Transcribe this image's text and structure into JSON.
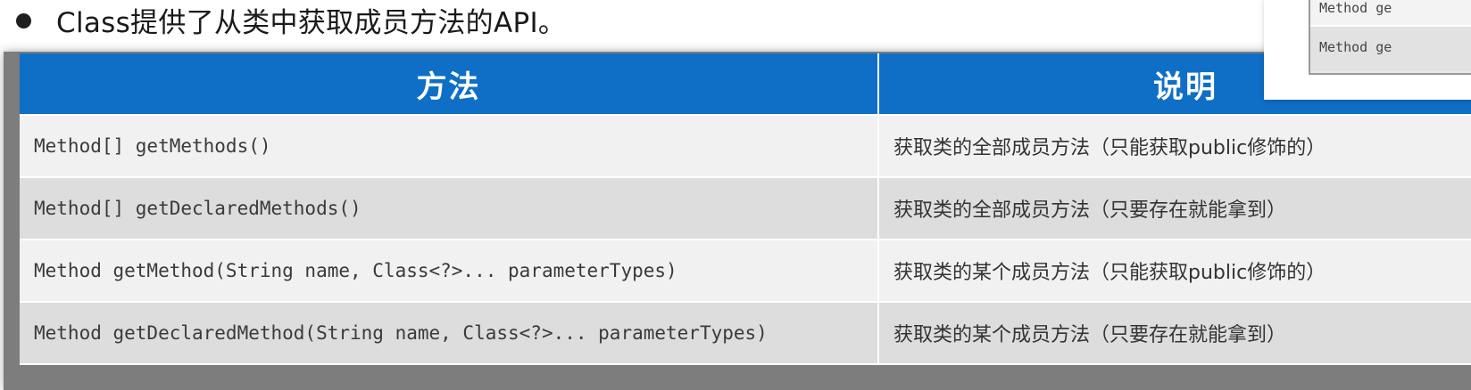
{
  "bullet": {
    "text": "Class提供了从类中获取成员方法的API。"
  },
  "table": {
    "headers": [
      "方法",
      "说明"
    ],
    "rows": [
      {
        "method": "Method[] getMethods()",
        "description": "获取类的全部成员方法（只能获取public修饰的）"
      },
      {
        "method": "Method[] getDeclaredMethods()",
        "description": "获取类的全部成员方法（只要存在就能拿到）"
      },
      {
        "method": "Method getMethod(String name, Class<?>... parameterTypes)",
        "description": "获取类的某个成员方法（只能获取public修饰的）"
      },
      {
        "method": "Method getDeclaredMethod(String name, Class<?>... parameterTypes)",
        "description": "获取类的某个成员方法（只要存在就能拿到）"
      }
    ]
  },
  "popup": {
    "lines": [
      "Method ge",
      "Method ge"
    ]
  },
  "colors": {
    "header_bg": "#0f6fc6",
    "row_light": "#f1f1f1",
    "row_dark": "#dddddd"
  }
}
